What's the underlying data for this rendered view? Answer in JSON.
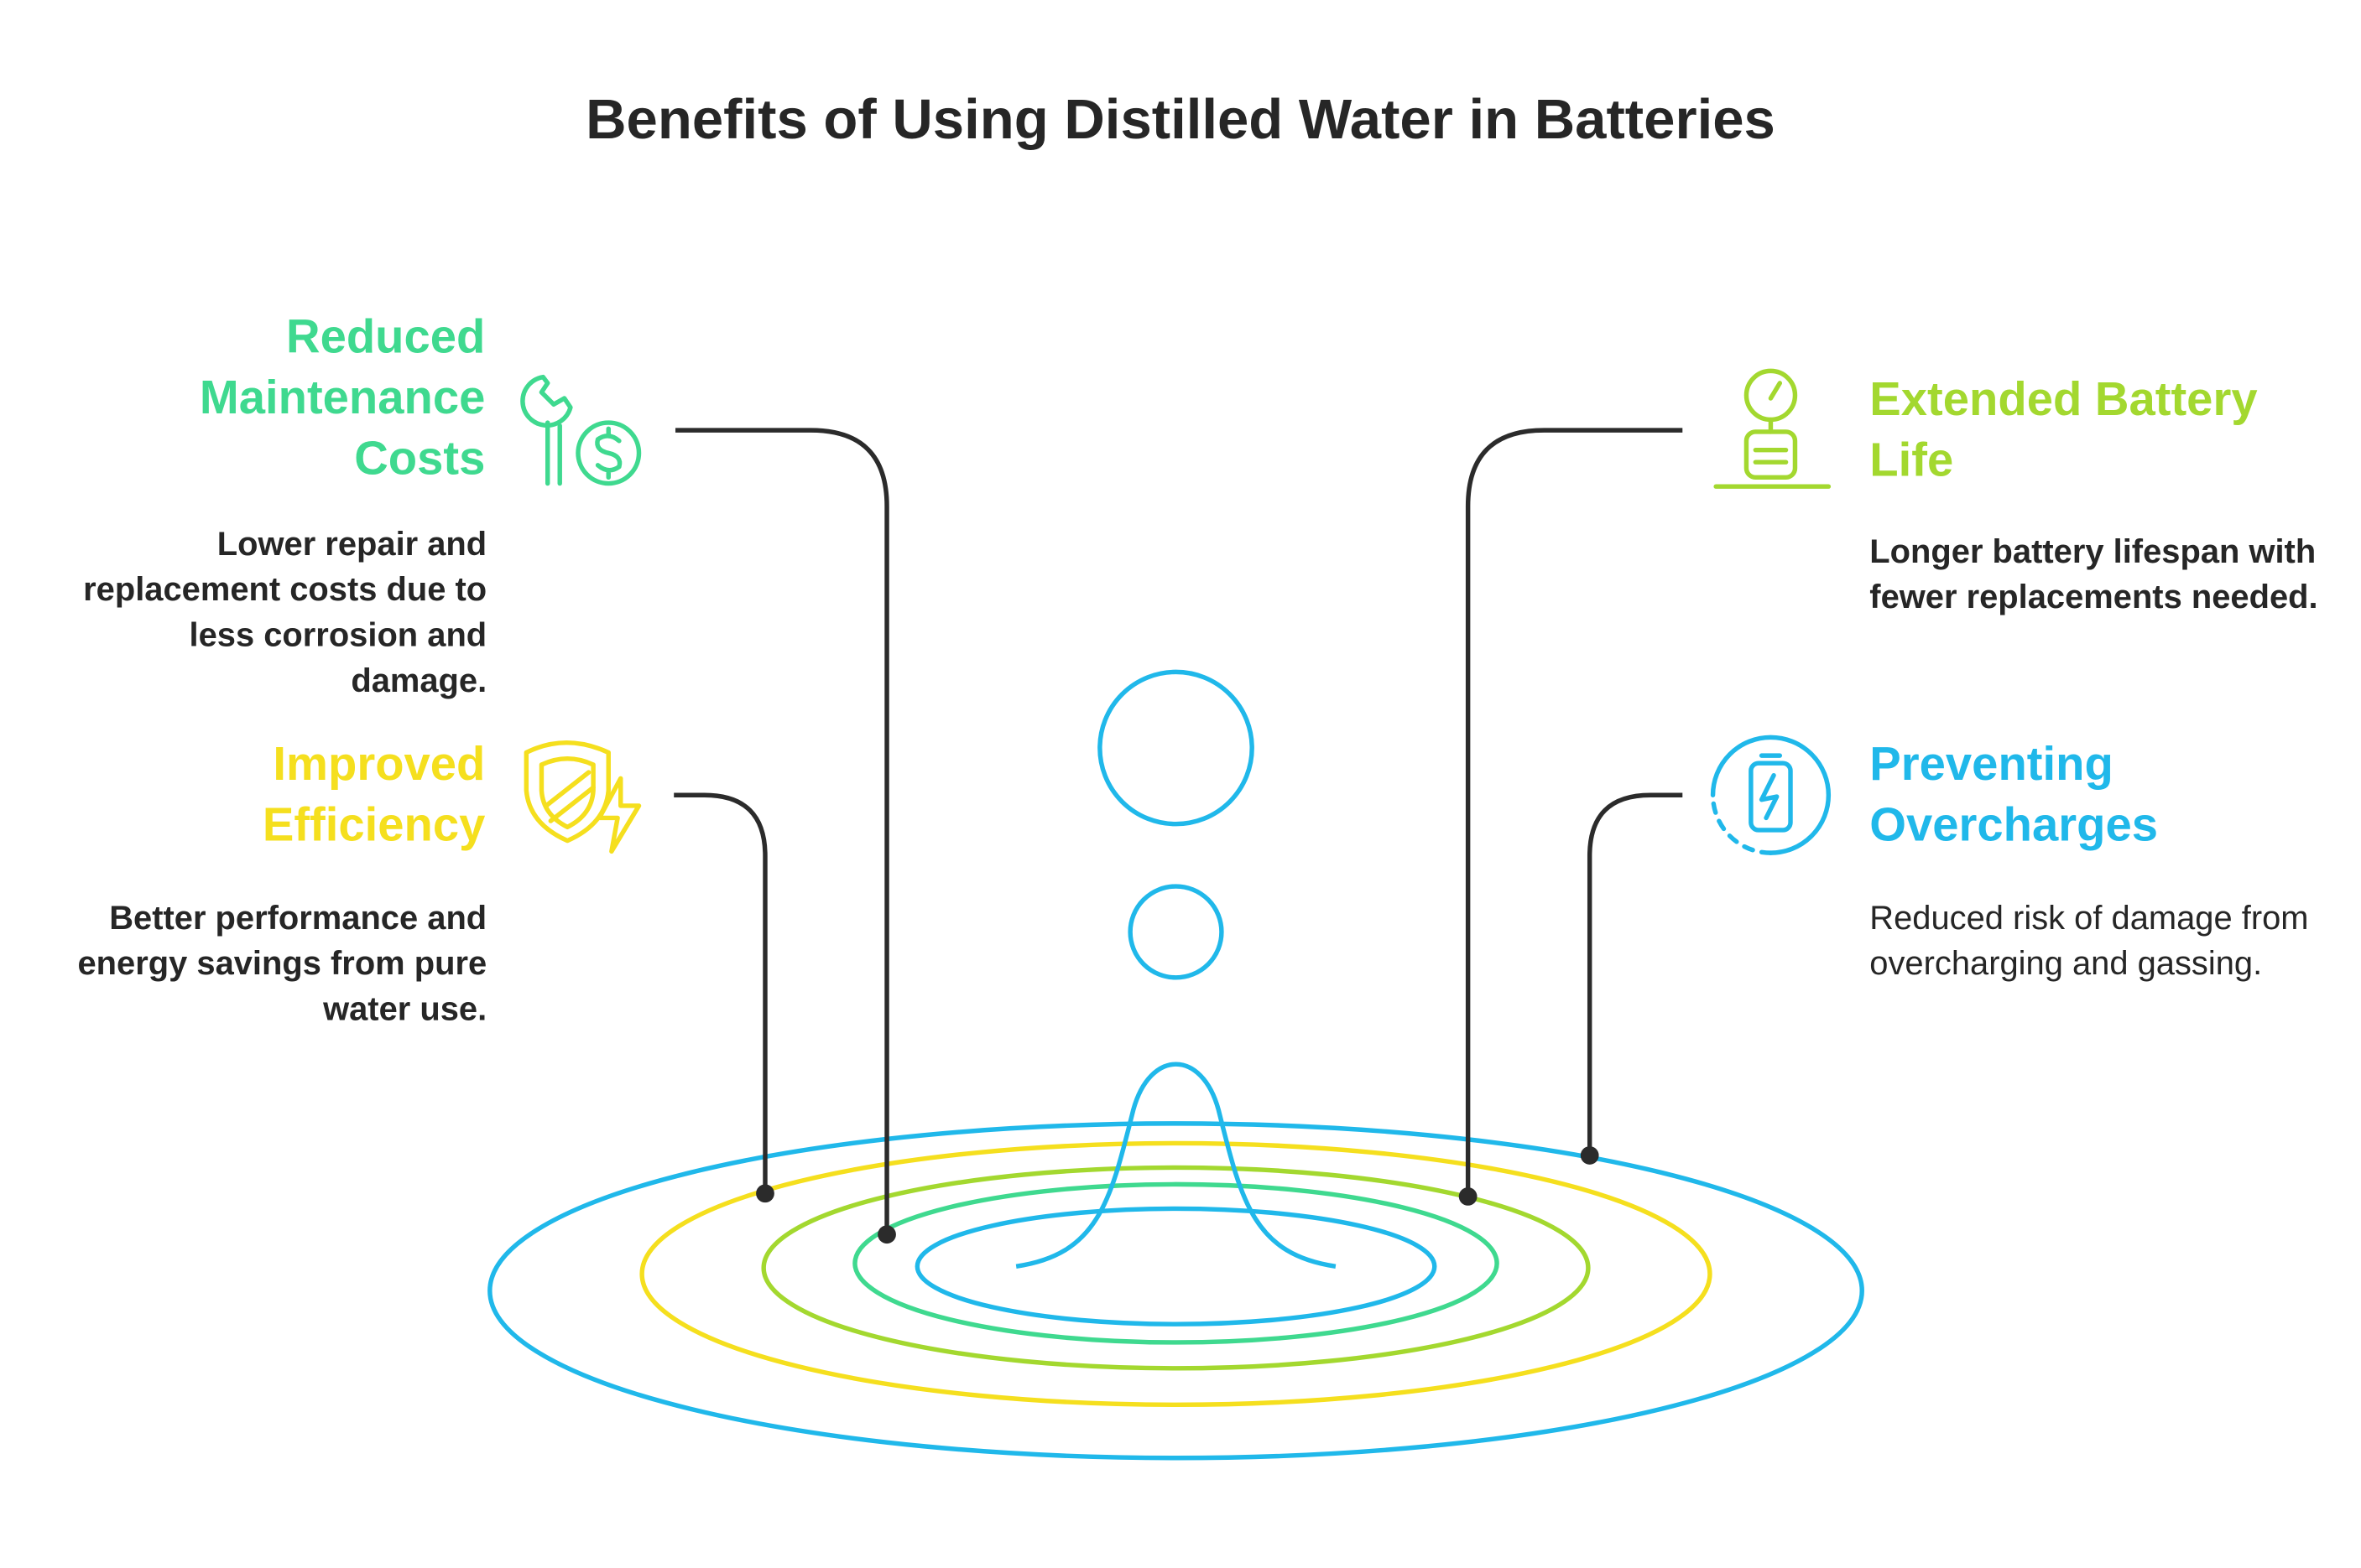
{
  "title": "Benefits of Using Distilled Water in Batteries",
  "colors": {
    "text": "#262626",
    "connector": "#2b2b2b",
    "teal_green": "#3fd98f",
    "lime": "#a3d82f",
    "yellow": "#f5df1e",
    "blue": "#20b8ea"
  },
  "benefits": {
    "maintenance": {
      "title": "Reduced Maintenance Costs",
      "description": "Lower repair and replacement costs due to less corrosion and damage.",
      "icon": "wrench-dollar-icon",
      "color": "#3fd98f"
    },
    "efficiency": {
      "title": "Improved Efficiency",
      "description": "Better performance and energy savings from pure water use.",
      "icon": "shield-lightning-icon",
      "color": "#f5df1e"
    },
    "battery_life": {
      "title": "Extended Battery Life",
      "description": "Longer battery lifespan with fewer replacements needed.",
      "icon": "gauge-battery-icon",
      "color": "#a3d82f"
    },
    "overcharge": {
      "title": "Preventing Overcharges",
      "description": "Reduced risk of damage from overcharging and gassing.",
      "icon": "battery-charge-icon",
      "color": "#20b8ea"
    }
  }
}
